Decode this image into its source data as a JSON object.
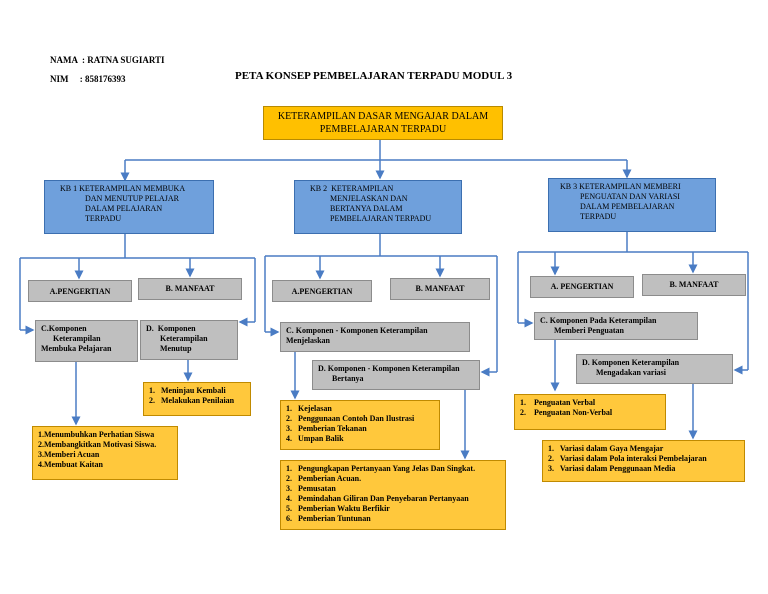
{
  "header": {
    "nama": "NAMA  : RATNA SUGIARTI",
    "nim": "NIM     : 858176393",
    "title": "PETA KONSEP PEMBELAJARAN TERPADU MODUL 3"
  },
  "root": {
    "line1": "KETERAMPILAN DASAR MENGAJAR DALAM",
    "line2": "PEMBELAJARAN TERPADU"
  },
  "kb1": {
    "heading": [
      "KB 1 KETERAMPILAN MEMBUKA",
      "DAN MENUTUP PELAJAR",
      "DALAM PELAJARAN",
      "TERPADU"
    ],
    "pengertian": "A.PENGERTIAN",
    "manfaat": "B. MANFAAT",
    "komponen_c": [
      "C.Komponen",
      "Keterampilan",
      "Membuka Pelajaran"
    ],
    "komponen_d": [
      "D.  Komponen",
      "Keterampilan",
      "Menutup"
    ],
    "list_d": [
      "1.   Meninjau Kembali",
      "2.   Melakukan Penilaian"
    ],
    "list_c": [
      "1.Menumbuhkan Perhatian Siswa",
      "2.Membangkitkan Motivasi Siswa.",
      "3.Memberi Acuan",
      "4.Membuat Kaitan"
    ]
  },
  "kb2": {
    "heading": [
      "KB 2  KETERAMPILAN",
      "MENJELASKAN DAN",
      "BERTANYA DALAM",
      "PEMBELAJARAN TERPADU"
    ],
    "pengertian": "A.PENGERTIAN",
    "manfaat": "B. MANFAAT",
    "komponen_c": [
      "C. Komponen - Komponen Keterampilan",
      "Menjelaskan"
    ],
    "komponen_d": [
      "D. Komponen - Komponen Keterampilan",
      "Bertanya"
    ],
    "list_c": [
      "1.   Kejelasan",
      "2.   Penggunaan Contoh Dan Ilustrasi",
      "3.   Pemberian Tekanan",
      "4.   Umpan Balik"
    ],
    "list_d": [
      "1.   Pengungkapan Pertanyaan Yang Jelas Dan Singkat.",
      "2.   Pemberian Acuan.",
      "3.   Pemusatan",
      "4.   Pemindahan Giliran Dan Penyebaran Pertanyaan",
      "5.   Pemberian Waktu Berfikir",
      "6.   Pemberian Tuntunan"
    ]
  },
  "kb3": {
    "heading": [
      "KB 3 KETERAMPILAN MEMBERI",
      "PENGUATAN DAN VARIASI",
      "DALAM PEMBELAJARAN",
      "TERPADU"
    ],
    "pengertian": "A.   PENGERTIAN",
    "manfaat": "B. MANFAAT",
    "komponen_c": [
      "C. Komponen Pada Keterampilan",
      "Memberi Penguatan"
    ],
    "komponen_d": [
      "D. Komponen Keterampilan",
      "Mengadakan variasi"
    ],
    "list_c": [
      "1.    Penguatan Verbal",
      "2.    Penguatan Non-Verbal"
    ],
    "list_d": [
      "1.   Variasi dalam Gaya Mengajar",
      "2.   Variasi dalam Pola interaksi Pembelajaran",
      "3.   Variasi dalam Penggunaan Media"
    ]
  }
}
